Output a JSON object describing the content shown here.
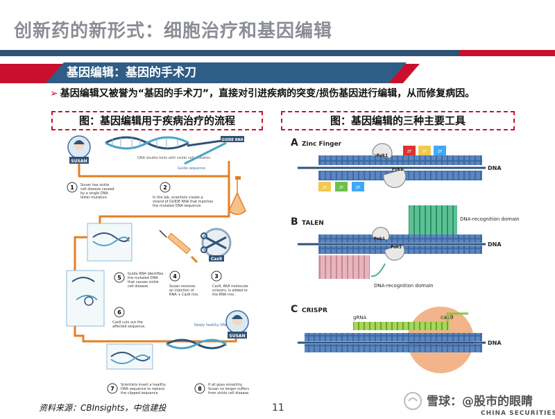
{
  "slide": {
    "title": "创新药的新形式：细胞治疗和基因编辑",
    "section_heading": "基因编辑：基因的手术刀",
    "bullet_mark": "➢",
    "bullet_text": "基因编辑又被誉为“基因的手术刀”，直接对引进疾病的突变/损伤基因进行编辑，从而修复病因。",
    "source": "资料来源：CBInsights，中信建投",
    "page_number": "11"
  },
  "left_figure": {
    "caption": "图：基因编辑用于疾病治疗的流程",
    "labels": {
      "susan": "SUSAN",
      "dna_note": "DNA double helix with sickle cell mutation",
      "guide_rna": "GUIDE RNA",
      "guide_seq": "Guide sequence",
      "cas9": "Cas9",
      "healthy": "Newly healthy DNA strand"
    },
    "steps": [
      {
        "num": "1",
        "text": [
          "Susan has sickle",
          "cell disease caused",
          "by a single DNA",
          "letter mutation."
        ]
      },
      {
        "num": "2",
        "text": [
          "In the lab, scientists create a",
          "strand of GUIDE RNA that matches",
          "the mutated DNA sequence."
        ]
      },
      {
        "num": "3",
        "text": [
          "Cas9, AKA molecular",
          "scissors, is added to",
          "the RNA mix."
        ]
      },
      {
        "num": "4",
        "text": [
          "Susan receives",
          "an injection of",
          "RNA + Cas9 mix."
        ]
      },
      {
        "num": "5",
        "text": [
          "Guide RNA identifies",
          "the mutated DNA",
          "that causes sickle",
          "cell disease."
        ]
      },
      {
        "num": "6",
        "text": [
          "Cas9 cuts out the",
          "affected sequence."
        ]
      },
      {
        "num": "7",
        "text": [
          "Scientists insert a healthy",
          "DNA sequence to replace",
          "the clipped sequence"
        ]
      },
      {
        "num": "8",
        "text": [
          "If all goes smoothly,",
          "Susan no longer suffers",
          "from sickle cell disease."
        ]
      }
    ]
  },
  "right_figure": {
    "caption": "图：基因编辑的三种主要工具",
    "panels": [
      {
        "letter": "A",
        "name": "Zinc Finger",
        "dna": "DNA",
        "fok1": "Fok1",
        "zf": "ZF"
      },
      {
        "letter": "B",
        "name": "TALEN",
        "dna": "DNA",
        "fok1": "Fok1",
        "domain": "DNA-recognition domain"
      },
      {
        "letter": "C",
        "name": "CRISPR",
        "dna": "DNA",
        "grna": "gRNA",
        "cas9": "cas9"
      }
    ]
  },
  "watermark": {
    "text": "雪球：@股市的眼睛",
    "company": "CHINA SECURITIES"
  },
  "colors": {
    "accent_red": "#c8102e",
    "navy": "#2f5275",
    "banner_blue": "#2e5d86",
    "flow_orange": "#e67e22",
    "dna_blue": "#3e6aa5",
    "talen_green": "#4caf82",
    "talen_pink": "#d8a0a8",
    "crispr_orange": "#f2b48a",
    "crispr_green": "#8cc63f"
  }
}
